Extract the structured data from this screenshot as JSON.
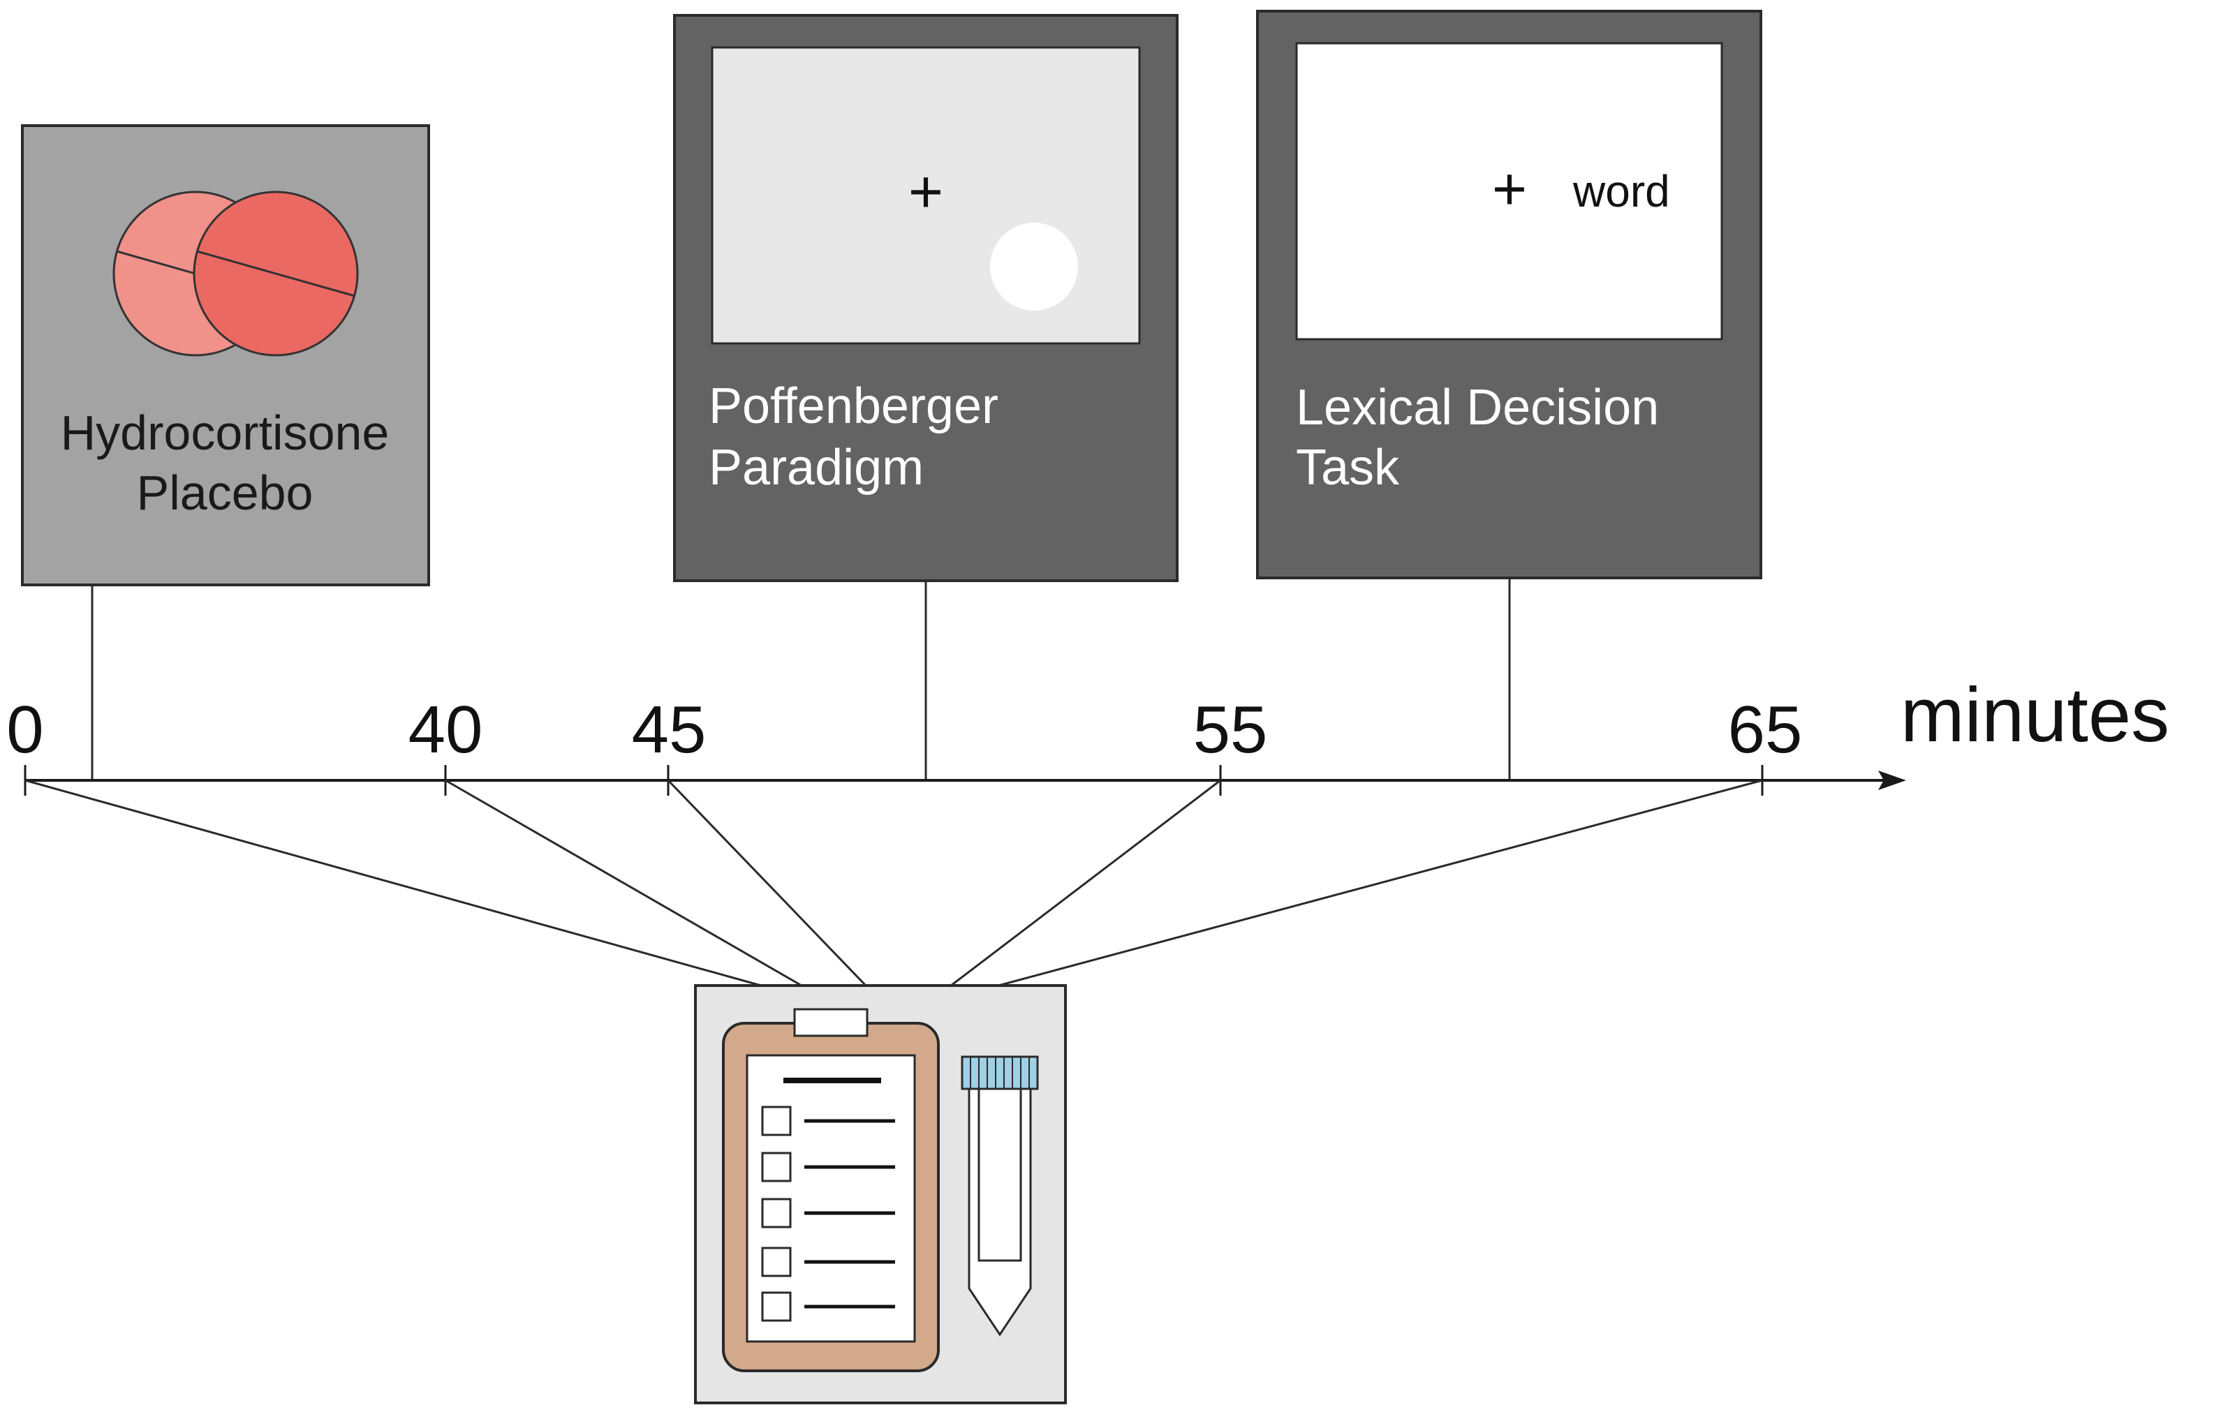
{
  "boxes": {
    "treatment": {
      "line1": "Hydrocortisone",
      "line2": "Placebo"
    },
    "poffenberger": {
      "line1": "Poffenberger",
      "line2": "Paradigm",
      "fixation": "+"
    },
    "lexical": {
      "line1": "Lexical Decision",
      "line2": "Task",
      "fixation": "+",
      "stimulus": "word"
    }
  },
  "timeline": {
    "unit": "minutes",
    "ticks": [
      "0",
      "40",
      "45",
      "55",
      "65"
    ]
  },
  "icons": {
    "treatment": "pill-icon",
    "poffenberger_stimulus": "white-circle-stimulus",
    "measurement": [
      "clipboard-questionnaire-icon",
      "saliva-sample-tube-icon"
    ]
  },
  "colors": {
    "box_gray": "#a3a3a3",
    "box_dark": "#636363",
    "pill_light": "#f0918a",
    "pill_dark": "#ea6962",
    "clipboard": "#d2a98a",
    "tube_cap": "#9fd0e6",
    "measurement_bg": "#e5e5e5",
    "screen_gray": "#e8e8e8"
  }
}
